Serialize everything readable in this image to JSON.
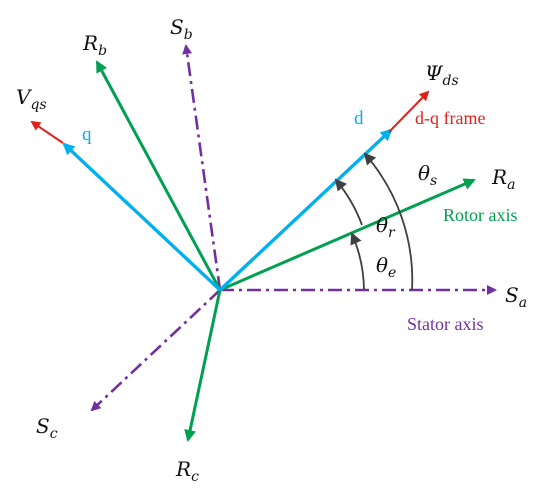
{
  "colors": {
    "stator": "#7030a0",
    "rotor": "#00a050",
    "dq": "#00b0f0",
    "flux_voltage": "#e0201b",
    "angle": "#222222"
  },
  "axes": {
    "Sa": {
      "letter": "S",
      "sub": "a"
    },
    "Sb": {
      "letter": "S",
      "sub": "b"
    },
    "Sc": {
      "letter": "S",
      "sub": "c"
    },
    "Ra": {
      "letter": "R",
      "sub": "a"
    },
    "Rb": {
      "letter": "R",
      "sub": "b"
    },
    "Rc": {
      "letter": "R",
      "sub": "c"
    },
    "d": "d",
    "q": "q",
    "psi": {
      "letter": "Ψ",
      "sub": "ds"
    },
    "vqs": {
      "letter": "V",
      "sub": "qs"
    }
  },
  "labels": {
    "stator_axis": "Stator axis",
    "rotor_axis": "Rotor axis",
    "dq_frame": "d-q frame"
  },
  "angles": {
    "theta_e": {
      "letter": "θ",
      "sub": "e"
    },
    "theta_r": {
      "letter": "θ",
      "sub": "r"
    },
    "theta_s": {
      "letter": "θ",
      "sub": "s"
    }
  }
}
